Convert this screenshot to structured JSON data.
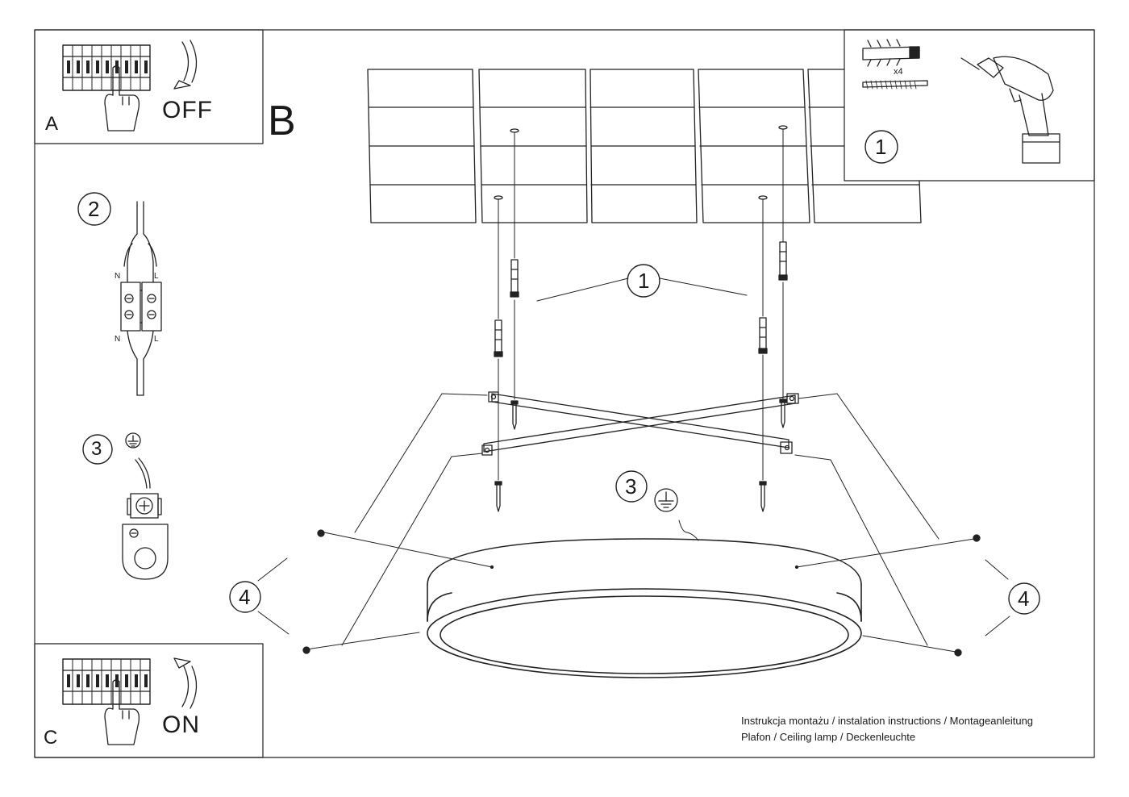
{
  "panels": {
    "a": {
      "letter": "A",
      "state": "OFF"
    },
    "b": {
      "letter": "B"
    },
    "c": {
      "letter": "C",
      "state": "ON"
    }
  },
  "callouts": {
    "c1": "1",
    "c2": "2",
    "c3": "3",
    "c4": "4"
  },
  "tools": {
    "anchor_quantity": "x4"
  },
  "wiring": {
    "neutral": "N",
    "live": "L"
  },
  "footer": {
    "line1": "Instrukcja montażu / instalation instructions / Montageanleitung",
    "line2": "Plafon / Ceiling lamp / Deckenleuchte"
  },
  "icons": {
    "ground": "ground-symbol-icon",
    "drill": "drill-icon",
    "anchor": "wall-anchor-icon",
    "screw": "screw-icon",
    "breaker": "circuit-breaker-icon",
    "hand": "hand-icon"
  }
}
